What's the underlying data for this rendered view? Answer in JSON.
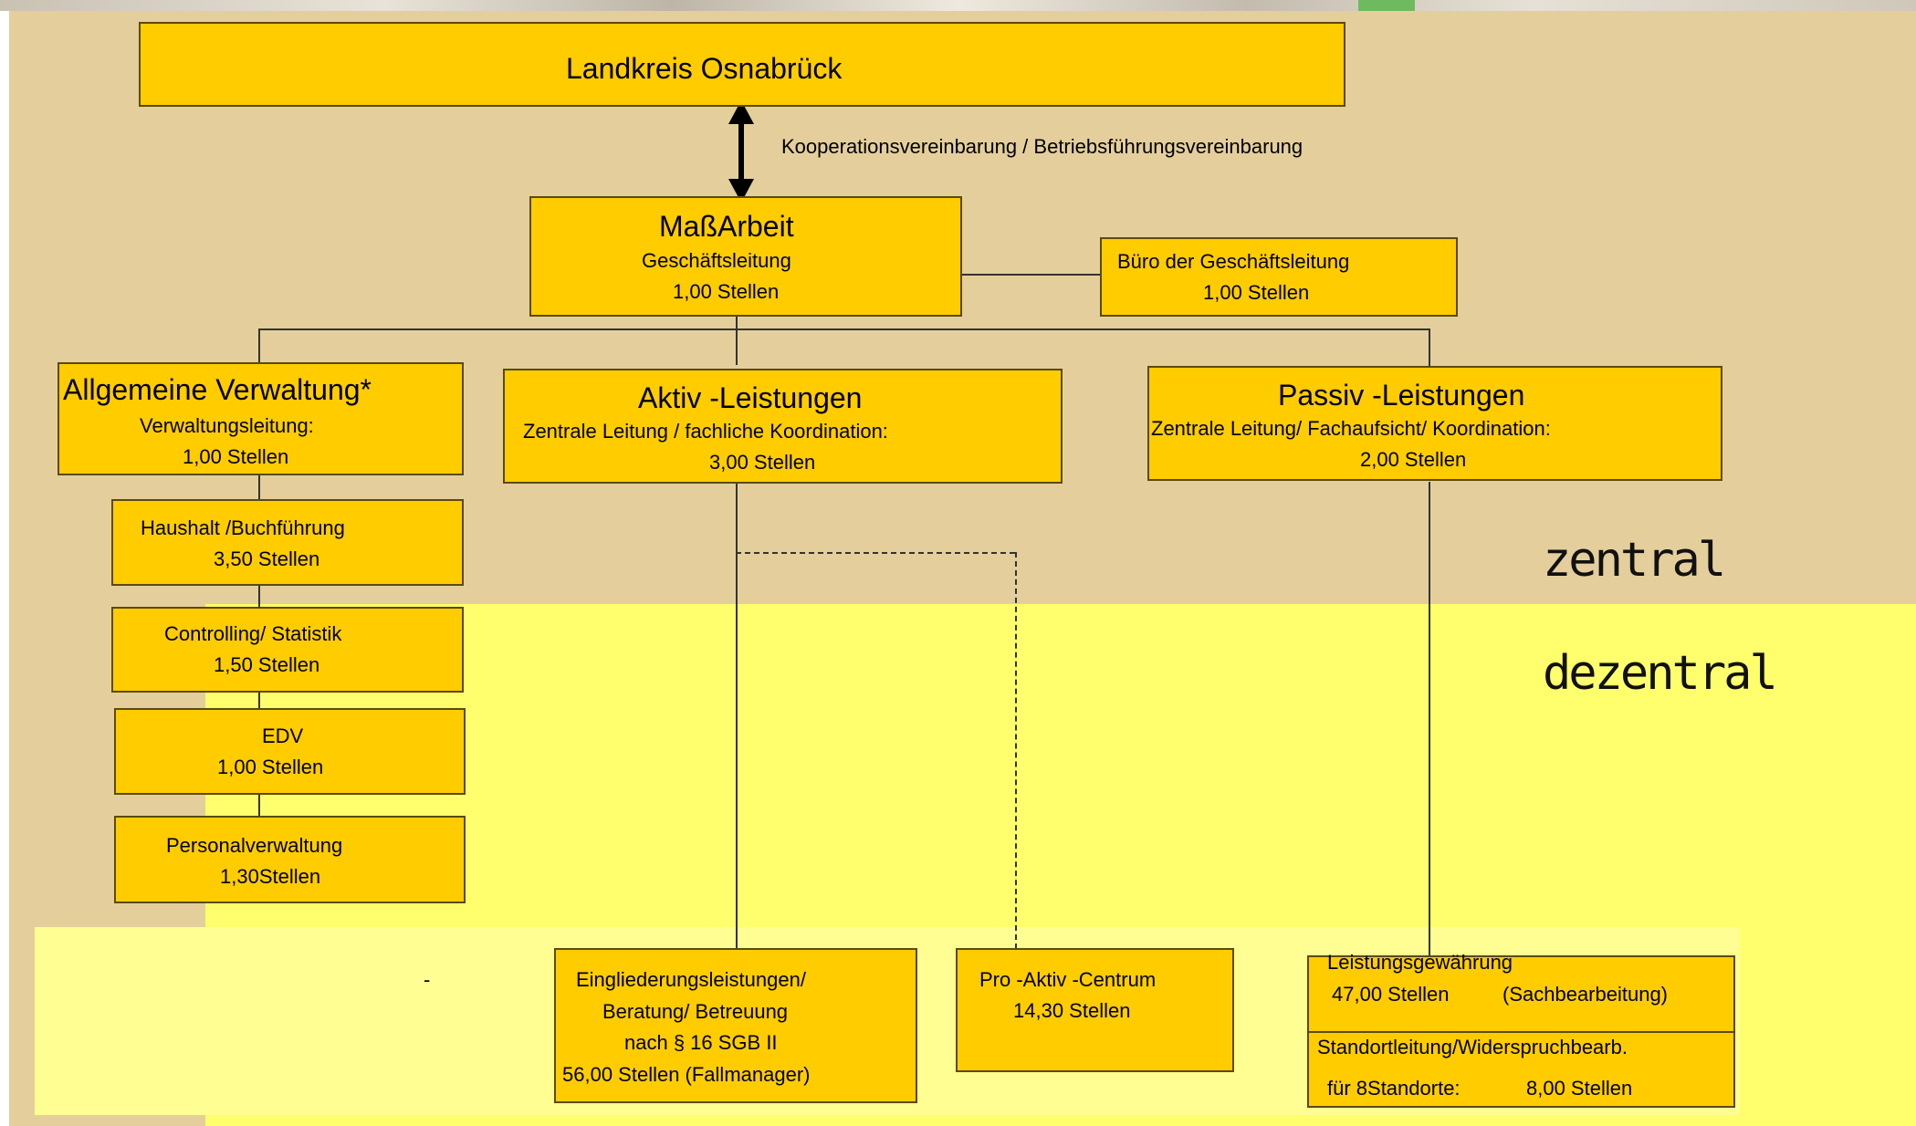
{
  "top": {
    "title": "Landkreis Osnabrück"
  },
  "connector": {
    "label": "Kooperationsvereinbarung / Betriebsführungsvereinbarung"
  },
  "massarbeit": {
    "title": "MaßArbeit",
    "subtitle": "Geschäftsleitung",
    "stellen": "1,00 Stellen"
  },
  "buero": {
    "title": "Büro der Geschäftsleitung",
    "stellen": "1,00 Stellen"
  },
  "verwaltung": {
    "title": "Allgemeine Verwaltung*",
    "subtitle": "Verwaltungsleitung:",
    "stellen": "1,00 Stellen",
    "units": [
      {
        "name": "Haushalt /Buchführung",
        "stellen": "3,50 Stellen"
      },
      {
        "name": "Controlling/ Statistik",
        "stellen": "1,50 Stellen"
      },
      {
        "name": "EDV",
        "stellen": "1,00 Stellen"
      },
      {
        "name": "Personalverwaltung",
        "stellen": "1,30Stellen"
      }
    ]
  },
  "aktiv": {
    "title": "Aktiv -Leistungen",
    "subtitle": "Zentrale Leitung / fachliche Koordination:",
    "stellen": "3,00 Stellen"
  },
  "passiv": {
    "title": "Passiv -Leistungen",
    "subtitle": "Zentrale Leitung/ Fachaufsicht/ Koordination:",
    "stellen": "2,00 Stellen"
  },
  "areas": {
    "central": "zentral",
    "decentral": "dezentral"
  },
  "dash_mark": "-",
  "eingliederung": {
    "line1": "Eingliederungsleistungen/",
    "line2": "Beratung/ Betreuung",
    "line3": "nach  § 16 SGB II",
    "line4": "56,00 Stellen (Fallmanager)"
  },
  "proaktiv": {
    "title": "Pro -Aktiv -Centrum",
    "stellen": "14,30 Stellen"
  },
  "leistung": {
    "title": "Leistungsgewährung",
    "stellen": "47,00 Stellen",
    "note": "(Sachbearbeitung)",
    "standort": "Standortleitung/Widerspruchbearb.",
    "standorte": "für 8Standorte:",
    "standort_stellen": "8,00 Stellen"
  },
  "colors": {
    "box": "#ffcc00",
    "central_bg": "#e4cf9c",
    "decentral_bg": "#fffe6d",
    "pale_bg": "#fffe92"
  }
}
